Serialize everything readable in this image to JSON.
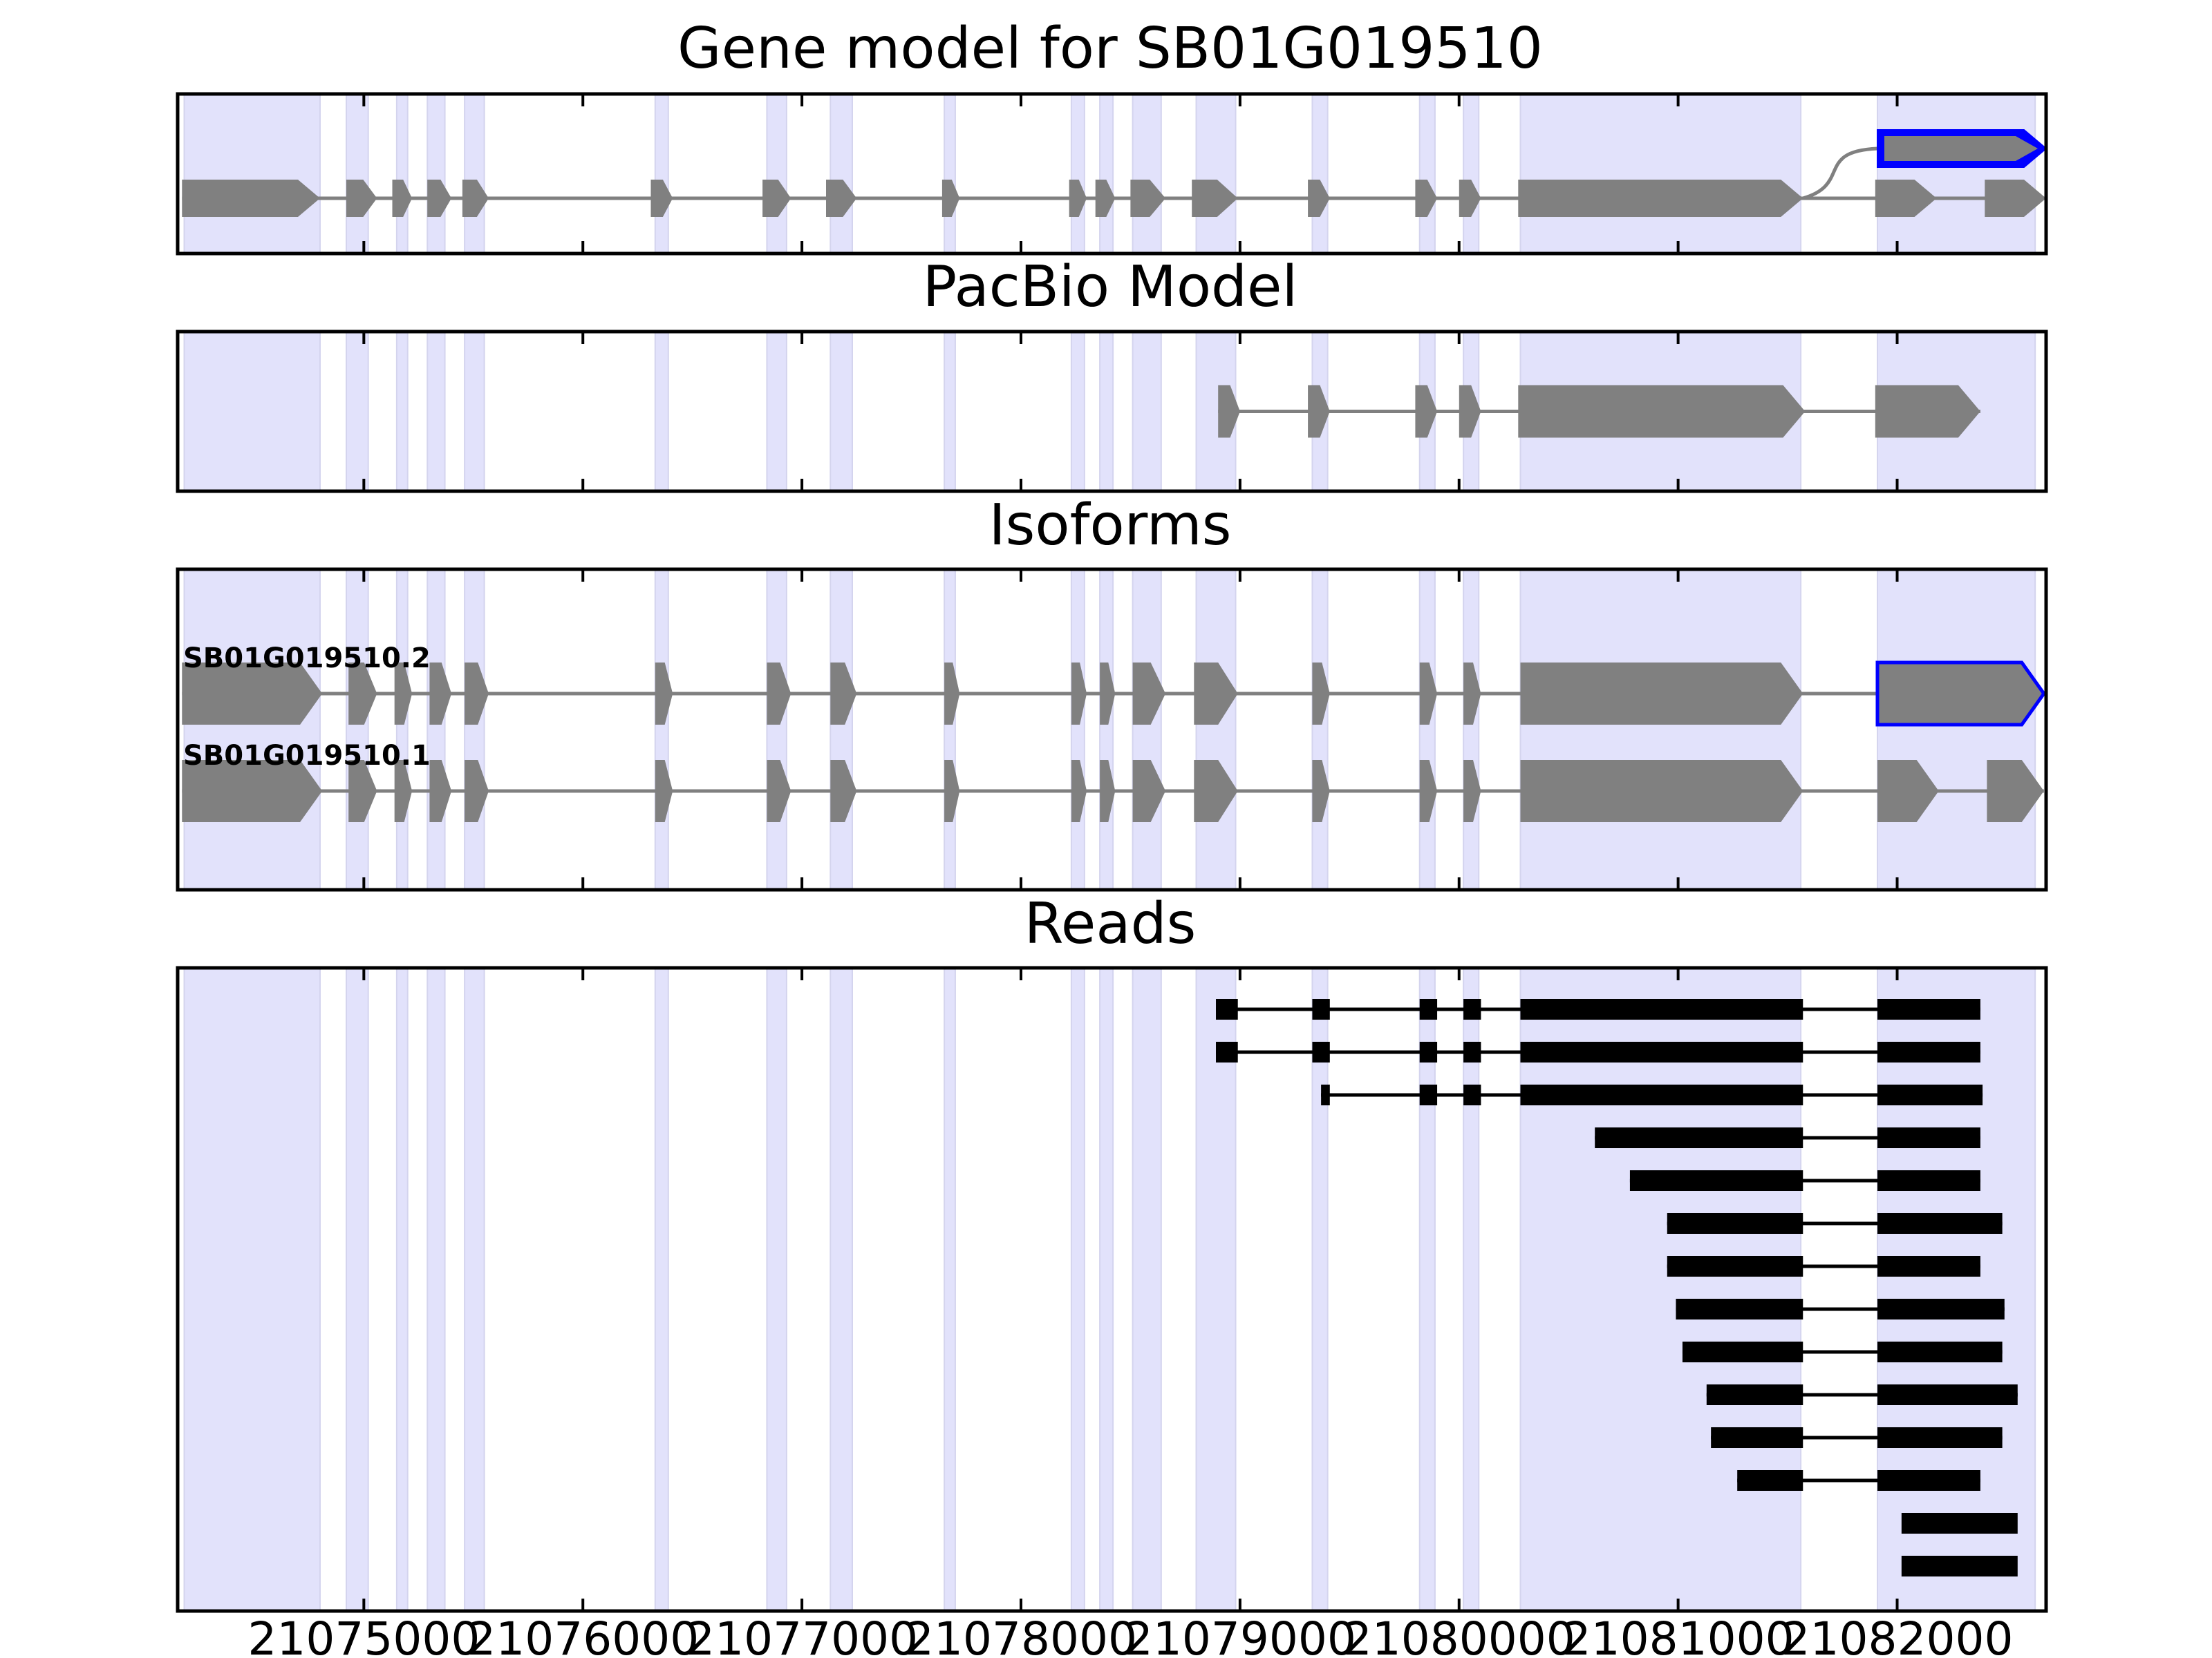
{
  "chart_data": {
    "type": "gene_model_tracks",
    "gene_id": "SB01G019510",
    "xlim": [
      21074150,
      21082680
    ],
    "xticks": [
      {
        "value": 21075000,
        "label": "21075000"
      },
      {
        "value": 21076000,
        "label": "21076000"
      },
      {
        "value": 21077000,
        "label": "21077000"
      },
      {
        "value": 21078000,
        "label": "21078000"
      },
      {
        "value": 21079000,
        "label": "21079000"
      },
      {
        "value": 21080000,
        "label": "21080000"
      },
      {
        "value": 21081000,
        "label": "21081000"
      },
      {
        "value": 21082000,
        "label": "21082000"
      }
    ],
    "colors": {
      "feature": "#808080",
      "highlight": "#0000ff",
      "read": "#000000",
      "shade": "#e2e2fb",
      "intron": "#808080"
    },
    "exon_shading": [
      [
        21074180,
        21074800
      ],
      [
        21074920,
        21075020
      ],
      [
        21075150,
        21075200
      ],
      [
        21075290,
        21075370
      ],
      [
        21075460,
        21075550
      ],
      [
        21076330,
        21076390
      ],
      [
        21076840,
        21076930
      ],
      [
        21077130,
        21077230
      ],
      [
        21077650,
        21077700
      ],
      [
        21078230,
        21078290
      ],
      [
        21078360,
        21078420
      ],
      [
        21078510,
        21078640
      ],
      [
        21078800,
        21078980
      ],
      [
        21079330,
        21079400
      ],
      [
        21079820,
        21079890
      ],
      [
        21080020,
        21080090
      ],
      [
        21080280,
        21081560
      ],
      [
        21081910,
        21082630
      ]
    ],
    "panels": [
      {
        "title": "Gene model for SB01G019510",
        "tracks": [
          {
            "label": "",
            "exons": [
              [
                21074170,
                21074800
              ],
              [
                21074920,
                21075060
              ],
              [
                21075130,
                21075220
              ],
              [
                21075290,
                21075400
              ],
              [
                21075450,
                21075570
              ],
              [
                21076310,
                21076410
              ],
              [
                21076820,
                21076950
              ],
              [
                21077110,
                21077250
              ],
              [
                21077640,
                21077720
              ],
              [
                21078220,
                21078300
              ],
              [
                21078340,
                21078430
              ],
              [
                21078500,
                21078660
              ],
              [
                21078780,
                21078990
              ],
              [
                21079310,
                21079410
              ],
              [
                21079800,
                21079900
              ],
              [
                21080000,
                21080100
              ],
              [
                21080270,
                21081570
              ],
              [
                21081900,
                21082180
              ],
              [
                21082400,
                21082680
              ]
            ]
          },
          {
            "label": "",
            "highlight": true,
            "branch_from": 21081570,
            "exons": [
              [
                21081910,
                21082680
              ]
            ]
          }
        ]
      },
      {
        "title": "PacBio Model",
        "tracks": [
          {
            "label": "",
            "exons": [
              [
                21078900,
                21079000
              ],
              [
                21079310,
                21079410
              ],
              [
                21079800,
                21079900
              ],
              [
                21080000,
                21080100
              ],
              [
                21080270,
                21081580
              ],
              [
                21081900,
                21082380
              ]
            ]
          }
        ]
      },
      {
        "title": "Isoforms",
        "tracks": [
          {
            "label": "SB01G019510.2",
            "exons": [
              [
                21074170,
                21074810
              ],
              [
                21074930,
                21075060
              ],
              [
                21075140,
                21075220
              ],
              [
                21075300,
                21075400
              ],
              [
                21075460,
                21075570
              ],
              [
                21076330,
                21076410
              ],
              [
                21076840,
                21076950
              ],
              [
                21077130,
                21077250
              ],
              [
                21077650,
                21077720
              ],
              [
                21078230,
                21078300
              ],
              [
                21078360,
                21078430
              ],
              [
                21078510,
                21078660
              ],
              [
                21078790,
                21078990
              ],
              [
                21079330,
                21079410
              ],
              [
                21079820,
                21079900
              ],
              [
                21080020,
                21080100
              ],
              [
                21080280,
                21081570
              ]
            ],
            "highlight_exons": [
              [
                21081910,
                21082670
              ]
            ]
          },
          {
            "label": "SB01G019510.1",
            "exons": [
              [
                21074170,
                21074810
              ],
              [
                21074930,
                21075060
              ],
              [
                21075140,
                21075220
              ],
              [
                21075300,
                21075400
              ],
              [
                21075460,
                21075570
              ],
              [
                21076330,
                21076410
              ],
              [
                21076840,
                21076950
              ],
              [
                21077130,
                21077250
              ],
              [
                21077650,
                21077720
              ],
              [
                21078230,
                21078300
              ],
              [
                21078360,
                21078430
              ],
              [
                21078510,
                21078660
              ],
              [
                21078790,
                21078990
              ],
              [
                21079330,
                21079410
              ],
              [
                21079820,
                21079900
              ],
              [
                21080020,
                21080100
              ],
              [
                21080280,
                21081570
              ],
              [
                21081910,
                21082190
              ],
              [
                21082410,
                21082670
              ]
            ]
          }
        ]
      },
      {
        "title": "Reads",
        "reads": [
          [
            [
              21078890,
              21078990
            ],
            [
              21079330,
              21079410
            ],
            [
              21079820,
              21079900
            ],
            [
              21080020,
              21080100
            ],
            [
              21080280,
              21081570
            ],
            [
              21081910,
              21082380
            ]
          ],
          [
            [
              21078890,
              21078990
            ],
            [
              21079330,
              21079410
            ],
            [
              21079820,
              21079900
            ],
            [
              21080020,
              21080100
            ],
            [
              21080280,
              21081570
            ],
            [
              21081910,
              21082380
            ]
          ],
          [
            [
              21079370,
              21079410
            ],
            [
              21079820,
              21079900
            ],
            [
              21080020,
              21080100
            ],
            [
              21080280,
              21081570
            ],
            [
              21081910,
              21082390
            ]
          ],
          [
            [
              21080620,
              21081570
            ],
            [
              21081910,
              21082380
            ]
          ],
          [
            [
              21080780,
              21081570
            ],
            [
              21081910,
              21082380
            ]
          ],
          [
            [
              21080950,
              21081570
            ],
            [
              21081910,
              21082480
            ]
          ],
          [
            [
              21080950,
              21081570
            ],
            [
              21081910,
              21082380
            ]
          ],
          [
            [
              21080990,
              21081570
            ],
            [
              21081910,
              21082490
            ]
          ],
          [
            [
              21081020,
              21081570
            ],
            [
              21081910,
              21082480
            ]
          ],
          [
            [
              21081130,
              21081570
            ],
            [
              21081910,
              21082550
            ]
          ],
          [
            [
              21081150,
              21081570
            ],
            [
              21081910,
              21082480
            ]
          ],
          [
            [
              21081270,
              21081570
            ],
            [
              21081910,
              21082380
            ]
          ],
          [
            [
              21082020,
              21082550
            ]
          ],
          [
            [
              21082020,
              21082550
            ]
          ]
        ]
      }
    ]
  }
}
